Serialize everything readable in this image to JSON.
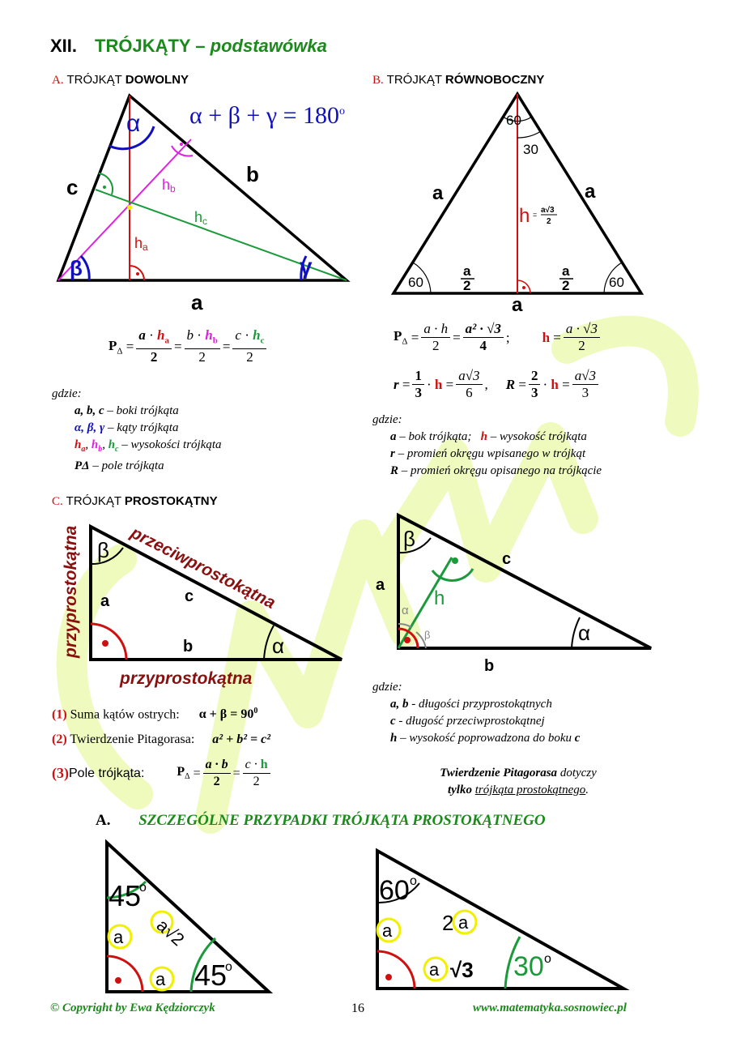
{
  "header": {
    "number": "XII.",
    "title": "TRÓJKĄTY – ",
    "subtitle": "podstawówka"
  },
  "secA": {
    "letter": "A.",
    "prefix": "TRÓJKĄT ",
    "name": "DOWOLNY",
    "angle_sum": "α + β + γ = 180",
    "angle_sup": "o",
    "labels": {
      "a": "a",
      "b": "b",
      "c": "c",
      "alpha": "α",
      "beta": "β",
      "gamma": "γ",
      "ha": "h",
      "ha_sub": "a",
      "hb": "h",
      "hb_sub": "b",
      "hc": "h",
      "hc_sub": "c"
    },
    "formula": {
      "p": "P",
      "p_sub": "Δ",
      "eq": "=",
      "n1a": "a",
      "dot": "·",
      "n1h": "h",
      "n1s": "a",
      "d1": "2",
      "n2a": "b",
      "n2h": "h",
      "n2s": "b",
      "d2": "2",
      "n3a": "c",
      "n3h": "h",
      "n3s": "c",
      "d3": "2"
    },
    "where": "gdzie:",
    "legend": [
      {
        "sym": "a, b, c",
        "text": " – boki trójkąta"
      },
      {
        "sym": "α, β, γ",
        "text": " – kąty trójkąta"
      },
      {
        "sym": "ha, hb, hc",
        "text": " – wysokości trójkąta"
      },
      {
        "sym": "PΔ",
        "text": " – pole trójkąta"
      }
    ]
  },
  "secB": {
    "letter": "B.",
    "prefix": "TRÓJKĄT ",
    "name": "RÓWNOBOCZNY",
    "labels": {
      "a": "a",
      "a60": "60",
      "a30": "30",
      "h": "h",
      "half": "a",
      "two": "2",
      "heq": "=",
      "root3": "a√3"
    },
    "f1": {
      "p": "P",
      "p_sub": "Δ",
      "eq": "=",
      "n1": "a · h",
      "d1": "2",
      "n2": "a² · √3",
      "d2": "4",
      "semi": ";",
      "h": "h",
      "n3": "a · √3",
      "d3": "2"
    },
    "f2": {
      "r": "r",
      "one": "1",
      "three": "3",
      "h": "h",
      "n": "a√3",
      "d": "6",
      "R": "R",
      "two": "2",
      "d2": "3"
    },
    "where": "gdzie:",
    "legend1_sym": "a",
    "legend1_text": " – bok trójkąta;",
    "legend1b_sym": "h",
    "legend1b_text": " – wysokość trójkąta",
    "legend2_sym": "r",
    "legend2_text": " – promień okręgu wpisanego w trójkąt",
    "legend3_sym": "R",
    "legend3_text": " – promień okręgu opisanego na trójkącie"
  },
  "secC": {
    "letter": "C.",
    "prefix": "TRÓJKĄT ",
    "name": "PROSTOKĄTNY",
    "hyp": "przeciwprostokątna",
    "leg": "przyprostokątna",
    "labels": {
      "a": "a",
      "b": "b",
      "c": "c",
      "h": "h",
      "alpha": "α",
      "beta": "β"
    },
    "items": [
      {
        "num": "(1)",
        "text": " Suma kątów ostrych:",
        "formula": "α + β = 90",
        "sup": "0"
      },
      {
        "num": "(2)",
        "text": " Twierdzenie Pitagorasa:",
        "formula": "a² + b² = c²"
      },
      {
        "num": "(3)",
        "text": " Pole  trójkąta:",
        "p": "P",
        "p_sub": "Δ",
        "n1": "a · b",
        "d1": "2",
        "n2a": "c · ",
        "n2h": "h",
        "d2": "2"
      }
    ],
    "where": "gdzie:",
    "legend": [
      {
        "sym": "a, b",
        "text": " - długości przyprostokątnych"
      },
      {
        "sym": "c",
        "text": " - długość przeciwprostokątnej"
      },
      {
        "sym": "h",
        "text": " – wysokość poprowadzona do boku ",
        "sym2": "c"
      }
    ],
    "note1_b": "Twierdzenie Pitagorasa",
    "note1": " dotyczy",
    "note2_b": "tylko",
    "note2": "trójkąta prostokątnego",
    "note2_end": "."
  },
  "special": {
    "letter": "A.",
    "title": "SZCZEGÓLNE PRZYPADKI TRÓJKĄTA PROSTOKĄTNEGO",
    "t1": {
      "ang": "45",
      "sup": "o",
      "a": "a",
      "hyp": "a√2"
    },
    "t2": {
      "ang60": "60",
      "ang30": "30",
      "sup": "o",
      "a": "a",
      "two": "2",
      "root": "√3"
    }
  },
  "footer": {
    "left": "© Copyright by Ewa Kędziorczyk",
    "page": "16",
    "right": "www.matematyka.sosnowiec.pl"
  },
  "colors": {
    "red": "#d01010",
    "green": "#1a9a3a",
    "magenta": "#e020e0",
    "blue": "#1010c0",
    "brown": "#8a1010",
    "title_green": "#1a8a1a",
    "watermark": "#e8f8a0",
    "circle_yellow": "#f0f000"
  }
}
